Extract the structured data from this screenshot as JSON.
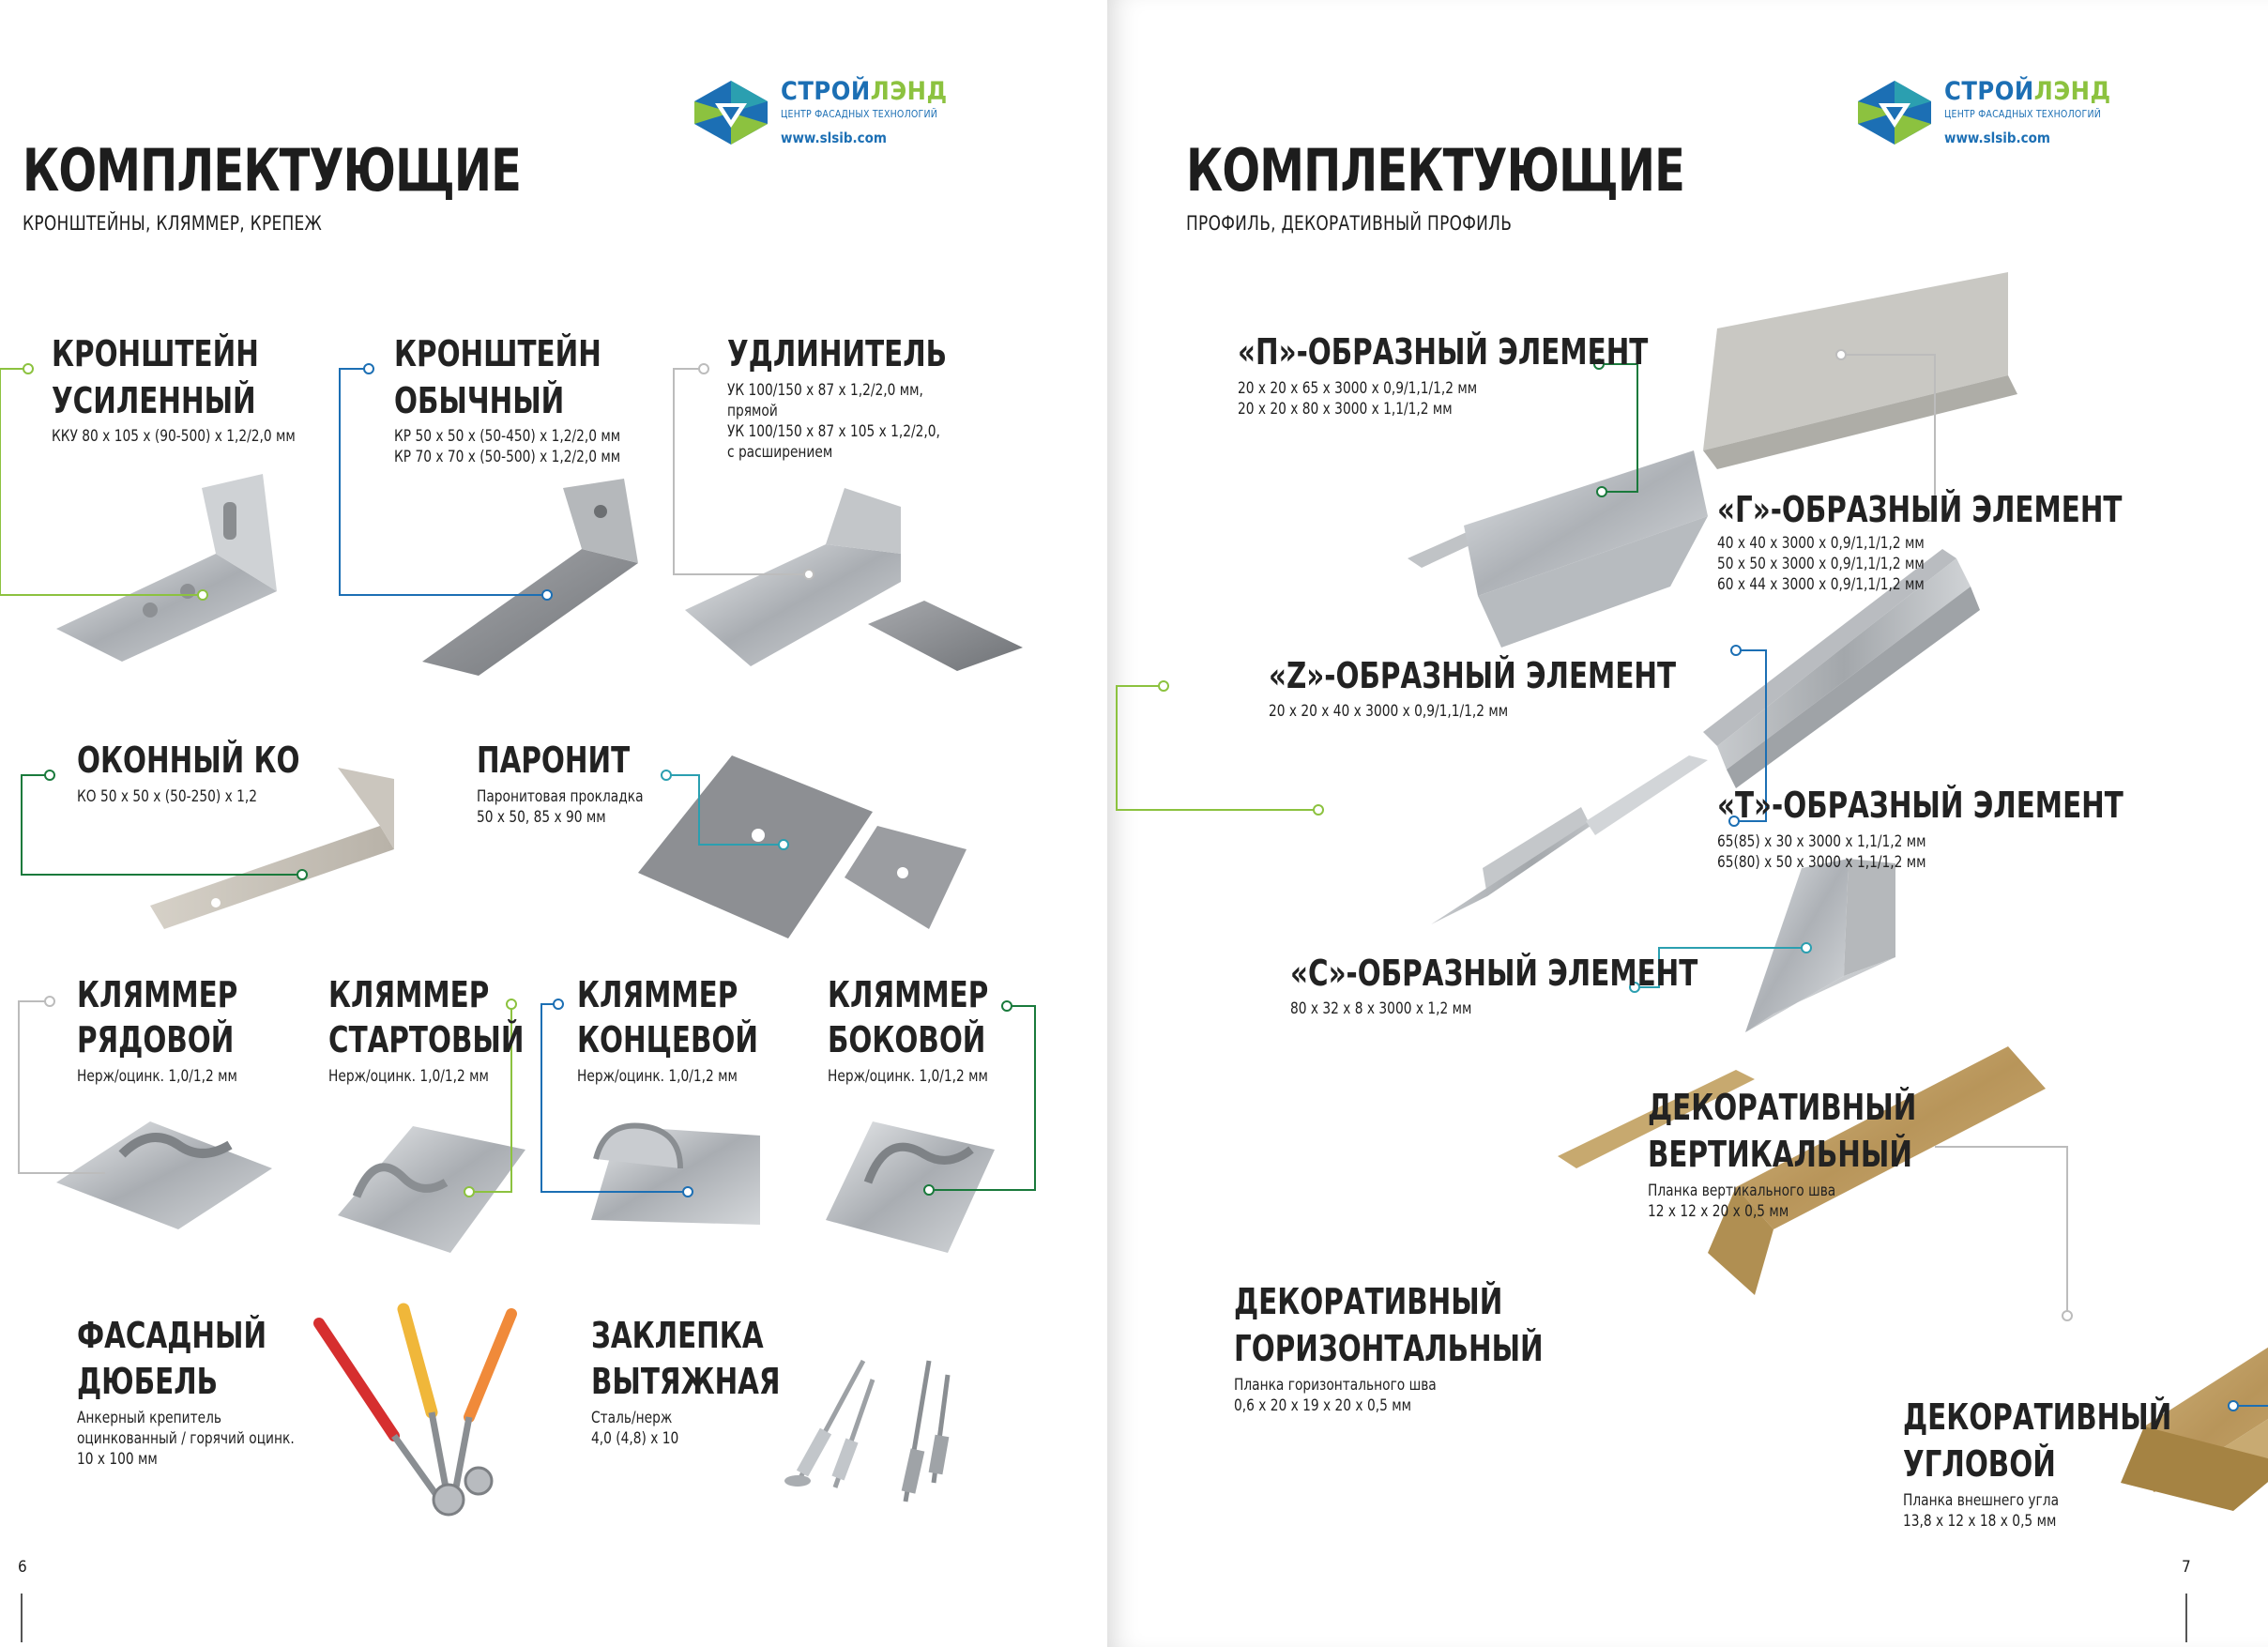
{
  "brand": {
    "name_part1": "СТРОЙ",
    "name_part2": "ЛЭНД",
    "tagline": "ЦЕНТР ФАСАДНЫХ ТЕХНОЛОГИЙ",
    "website": "www.slsib.com",
    "colors": {
      "blue": "#1c6fb4",
      "green": "#8cc23f",
      "teal": "#2b9fb0"
    }
  },
  "left_page": {
    "title": "КОМПЛЕКТУЮЩИЕ",
    "subtitle": "КРОНШТЕЙНЫ, КЛЯММЕР, КРЕПЕЖ",
    "page_number": "6",
    "products": [
      {
        "title1": "КРОНШТЕЙН",
        "title2": "УСИЛЕННЫЙ",
        "desc": [
          "ККУ 80 х 105 х (90-500) х 1,2/2,0 мм"
        ],
        "accent": "#8cc23f"
      },
      {
        "title1": "КРОНШТЕЙН",
        "title2": "ОБЫЧНЫЙ",
        "desc": [
          "КР 50 х 50 х (50-450) х 1,2/2,0 мм",
          "КР 70 х 70 х (50-500) х 1,2/2,0 мм"
        ],
        "accent": "#1c6fb4"
      },
      {
        "title1": "УДЛИНИТЕЛЬ",
        "title2": "",
        "desc": [
          "УК 100/150 х 87 х 1,2/2,0 мм,",
          "прямой",
          "УК 100/150 х 87 х 105 х 1,2/2,0,",
          "с расширением"
        ],
        "accent": "#bcbcbc"
      },
      {
        "title1": "ОКОННЫЙ КО",
        "title2": "",
        "desc": [
          "КО 50 х 50 х (50-250) х 1,2"
        ],
        "accent": "#1a7a3c"
      },
      {
        "title1": "ПАРОНИТ",
        "title2": "",
        "desc": [
          "Паронитовая прокладка",
          "50 х 50, 85 х 90 мм"
        ],
        "accent": "#2b9fb0"
      },
      {
        "title1": "КЛЯММЕР",
        "title2": "РЯДОВОЙ",
        "desc": [
          "Нерж/оцинк. 1,0/1,2 мм"
        ],
        "accent": "#bcbcbc"
      },
      {
        "title1": "КЛЯММЕР",
        "title2": "СТАРТОВЫЙ",
        "desc": [
          "Нерж/оцинк. 1,0/1,2 мм"
        ],
        "accent": "#8cc23f"
      },
      {
        "title1": "КЛЯММЕР",
        "title2": "КОНЦЕВОЙ",
        "desc": [
          "Нерж/оцинк. 1,0/1,2 мм"
        ],
        "accent": "#1c6fb4"
      },
      {
        "title1": "КЛЯММЕР",
        "title2": "БОКОВОЙ",
        "desc": [
          "Нерж/оцинк. 1,0/1,2 мм"
        ],
        "accent": "#1a7a3c"
      },
      {
        "title1": "ФАСАДНЫЙ",
        "title2": "ДЮБЕЛЬ",
        "desc": [
          "Анкерный крепитель",
          "оцинкованный / горячий оцинк.",
          "10 х 100 мм"
        ],
        "accent": ""
      },
      {
        "title1": "ЗАКЛЕПКА",
        "title2": "ВЫТЯЖНАЯ",
        "desc": [
          "Сталь/нерж",
          "4,0 (4,8) х 10"
        ],
        "accent": ""
      }
    ]
  },
  "right_page": {
    "title": "КОМПЛЕКТУЮЩИЕ",
    "subtitle": "ПРОФИЛЬ, ДЕКОРАТИВНЫЙ ПРОФИЛЬ",
    "page_number": "7",
    "products": [
      {
        "title1": "«П»-ОБРАЗНЫЙ ЭЛЕМЕНТ",
        "title2": "",
        "desc": [
          "20 х 20 х 65 х 3000 х 0,9/1,1/1,2 мм",
          "20 х 20 х 80 х 3000 х 1,1/1,2 мм"
        ],
        "accent": "#1a7a3c"
      },
      {
        "title1": "«Г»-ОБРАЗНЫЙ ЭЛЕМЕНТ",
        "title2": "",
        "desc": [
          "40 х 40 х 3000 х 0,9/1,1/1,2 мм",
          "50 х 50 х 3000 х 0,9/1,1/1,2 мм",
          "60 х 44 х 3000 х 0,9/1,1/1,2 мм"
        ],
        "accent": "#bcbcbc"
      },
      {
        "title1": "«Z»-ОБРАЗНЫЙ ЭЛЕМЕНТ",
        "title2": "",
        "desc": [
          "20 х 20 х 40 х 3000 х 0,9/1,1/1,2 мм"
        ],
        "accent": "#8cc23f"
      },
      {
        "title1": "«Т»-ОБРАЗНЫЙ ЭЛЕМЕНТ",
        "title2": "",
        "desc": [
          "65(85) х 30 х 3000 х 1,1/1,2 мм",
          "65(80) х 50 х 3000 х 1,1/1,2 мм"
        ],
        "accent": "#1c6fb4"
      },
      {
        "title1": "«С»-ОБРАЗНЫЙ ЭЛЕМЕНТ",
        "title2": "",
        "desc": [
          "80 х 32 х 8 х 3000 х 1,2 мм"
        ],
        "accent": "#2b9fb0"
      },
      {
        "title1": "ДЕКОРАТИВНЫЙ",
        "title2": "ВЕРТИКАЛЬНЫЙ",
        "desc": [
          "Планка вертикального шва",
          "12 х 12 х 20 х 0,5 мм"
        ],
        "accent": "#8cc23f"
      },
      {
        "title1": "ДЕКОРАТИВНЫЙ",
        "title2": "ГОРИЗОНТАЛЬНЫЙ",
        "desc": [
          "Планка горизонтального шва",
          "0,6 х 20 х 19 х 20 х 0,5 мм"
        ],
        "accent": "#bcbcbc"
      },
      {
        "title1": "ДЕКОРАТИВНЫЙ",
        "title2": "УГЛОВОЙ",
        "desc": [
          "Планка внешнего угла",
          "13,8 х 12 х 18 х 0,5 мм"
        ],
        "accent": "#1c6fb4"
      }
    ]
  }
}
